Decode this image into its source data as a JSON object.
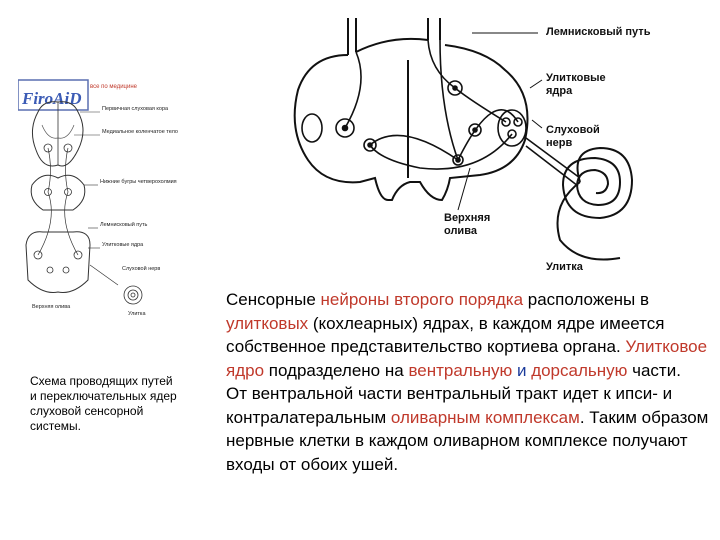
{
  "thumbnail": {
    "logo": "FiroAiD",
    "logo_tag": "все по медицине",
    "labels": [
      "Первичная слуховая кора",
      "Медиальное коленчатое тело",
      "Нижние бугры четверохолмия",
      "Лемнисковый путь",
      "Улитковые ядра",
      "Слуховой нерв",
      "Верхняя олива",
      "Улитка"
    ]
  },
  "caption": "Схема проводящих путей и переключательных ядер слуховой сенсорной системы.",
  "diagram": {
    "labels": {
      "lemniscus": "Лемнисковый путь",
      "cochlear_nuclei": "Улитковые ядра",
      "auditory_nerve": "Слуховой нерв",
      "superior_olive": "Верхняя олива",
      "cochlea": "Улитка"
    }
  },
  "paragraph1": {
    "s1": "Сенсорные ",
    "s2": "нейроны второго порядка",
    "s3": " расположены в ",
    "s4": "улитковых",
    "s5": " (кохлеарных) ядрах, в каждом ядре имеется собственное представительство кортиева органа. ",
    "s6": "Улитковое",
    "s7": " ",
    "s8": "ядро",
    "s9": " подразделено на ",
    "s10": "вентральную",
    "s11": " и ",
    "s12": "дорсальную",
    "s13": " части."
  },
  "paragraph2": {
    "s1": " От вентральной части вентральный тракт идет к ипси- и контралатеральным ",
    "s2": "оливарным комплексам",
    "s3": ". Таким образом нервные клетки в каждом оливарном комплексе получают входы от обоих ушей."
  },
  "colors": {
    "highlight_red": "#c0392b",
    "highlight_blue": "#1a3a9a"
  }
}
